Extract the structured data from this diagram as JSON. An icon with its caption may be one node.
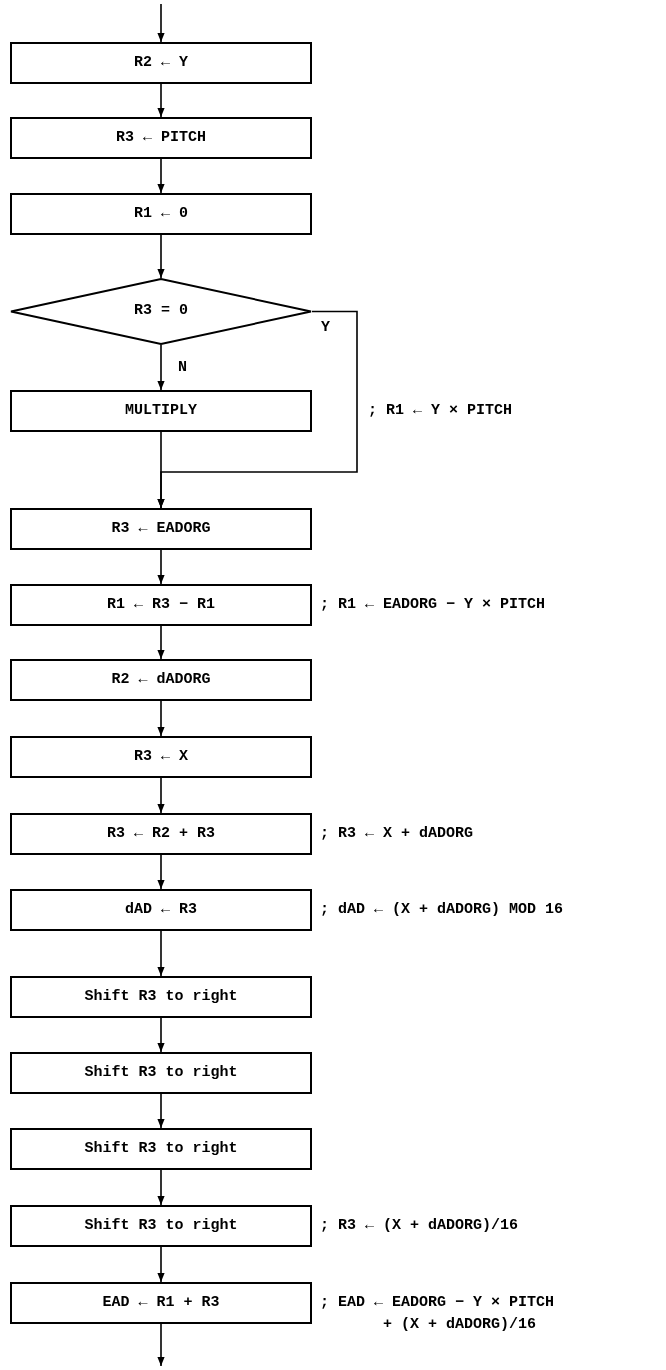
{
  "diagram": {
    "nodes": [
      {
        "text": [
          "R2 ← Y"
        ]
      },
      {
        "text": [
          "R3 ← PITCH"
        ]
      },
      {
        "text": [
          "R1 ← 0"
        ]
      },
      {
        "text": [
          "R3 = 0"
        ]
      },
      {
        "text": [
          "MULTIPLY"
        ],
        "beside": [
          "; R1 ← Y × PITCH"
        ]
      },
      {
        "text": [
          "R3 ← EADORG"
        ]
      },
      {
        "text": [
          "R1 ← R3 − R1"
        ],
        "beside": [
          "; R1 ← EADORG − Y × PITCH"
        ]
      },
      {
        "text": [
          "R2 ← dADORG"
        ]
      },
      {
        "text": [
          "R3 ← X"
        ]
      },
      {
        "text": [
          "R3 ← R2 + R3"
        ],
        "beside": [
          "; R3 ← X + dADORG"
        ]
      },
      {
        "text": [
          "dAD ← R3"
        ],
        "beside": [
          "; dAD ← (X + dADORG) MOD 16"
        ]
      },
      {
        "text": [
          "Shift R3 to right"
        ]
      },
      {
        "text": [
          "Shift R3 to right"
        ]
      },
      {
        "text": [
          "Shift R3 to right"
        ]
      },
      {
        "text": [
          "Shift R3 to right"
        ],
        "beside": [
          "; R3 ← (X + dADORG)/16"
        ]
      },
      {
        "text": [
          "EAD ← R1 + R3"
        ],
        "beside": [
          "; EAD ← EADORG − Y × PITCH + (X + dADORG)/16"
        ]
      }
    ],
    "edges": [
      {
        "from": null,
        "to": 0,
        "arrow": "to"
      },
      {
        "from": 0,
        "to": 1,
        "arrow": "to"
      },
      {
        "from": 1,
        "to": 2,
        "arrow": "to"
      },
      {
        "from": 2,
        "to": 3,
        "arrow": "to"
      },
      {
        "from": 3,
        "to": 4,
        "arrow": "to",
        "label": "N"
      },
      {
        "from": 3,
        "to": 5,
        "arrow": "to",
        "label": "Y"
      },
      {
        "from": 4,
        "to": 5,
        "arrow": "to"
      },
      {
        "from": 5,
        "to": 6,
        "arrow": "to"
      },
      {
        "from": 6,
        "to": 7,
        "arrow": "to"
      },
      {
        "from": 7,
        "to": 8,
        "arrow": "to"
      },
      {
        "from": 8,
        "to": 9,
        "arrow": "to"
      },
      {
        "from": 9,
        "to": 10,
        "arrow": "to"
      },
      {
        "from": 10,
        "to": 11,
        "arrow": "to"
      },
      {
        "from": 11,
        "to": 12,
        "arrow": "to"
      },
      {
        "from": 12,
        "to": 13,
        "arrow": "to"
      },
      {
        "from": 13,
        "to": 14,
        "arrow": "to"
      },
      {
        "from": 14,
        "to": 15,
        "arrow": "to"
      },
      {
        "from": 15,
        "to": null,
        "arrow": "to"
      }
    ]
  }
}
